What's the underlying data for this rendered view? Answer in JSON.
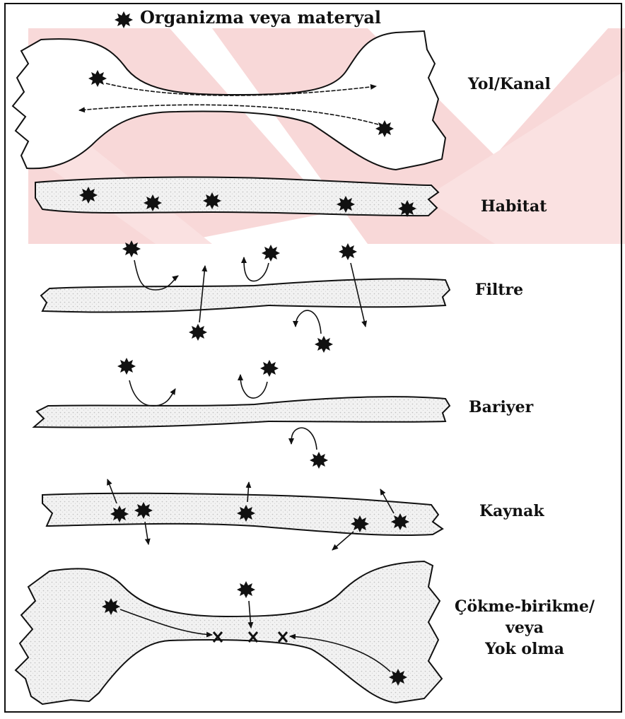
{
  "legend": {
    "symbol_name": "star-blob",
    "text": "Organizma veya materyal"
  },
  "rows": [
    {
      "id": "yol",
      "label": "Yol/Kanal"
    },
    {
      "id": "habitat",
      "label": "Habitat"
    },
    {
      "id": "filtre",
      "label": "Filtre"
    },
    {
      "id": "bariyer",
      "label": "Bariyer"
    },
    {
      "id": "kaynak",
      "label": "Kaynak"
    },
    {
      "id": "cokme",
      "label_lines": [
        "Çökme-birikme/",
        "veya",
        "Yok olma"
      ]
    }
  ],
  "colors": {
    "ink": "#111111",
    "fill": "#ececec",
    "watermark": "#f4c4c4"
  }
}
